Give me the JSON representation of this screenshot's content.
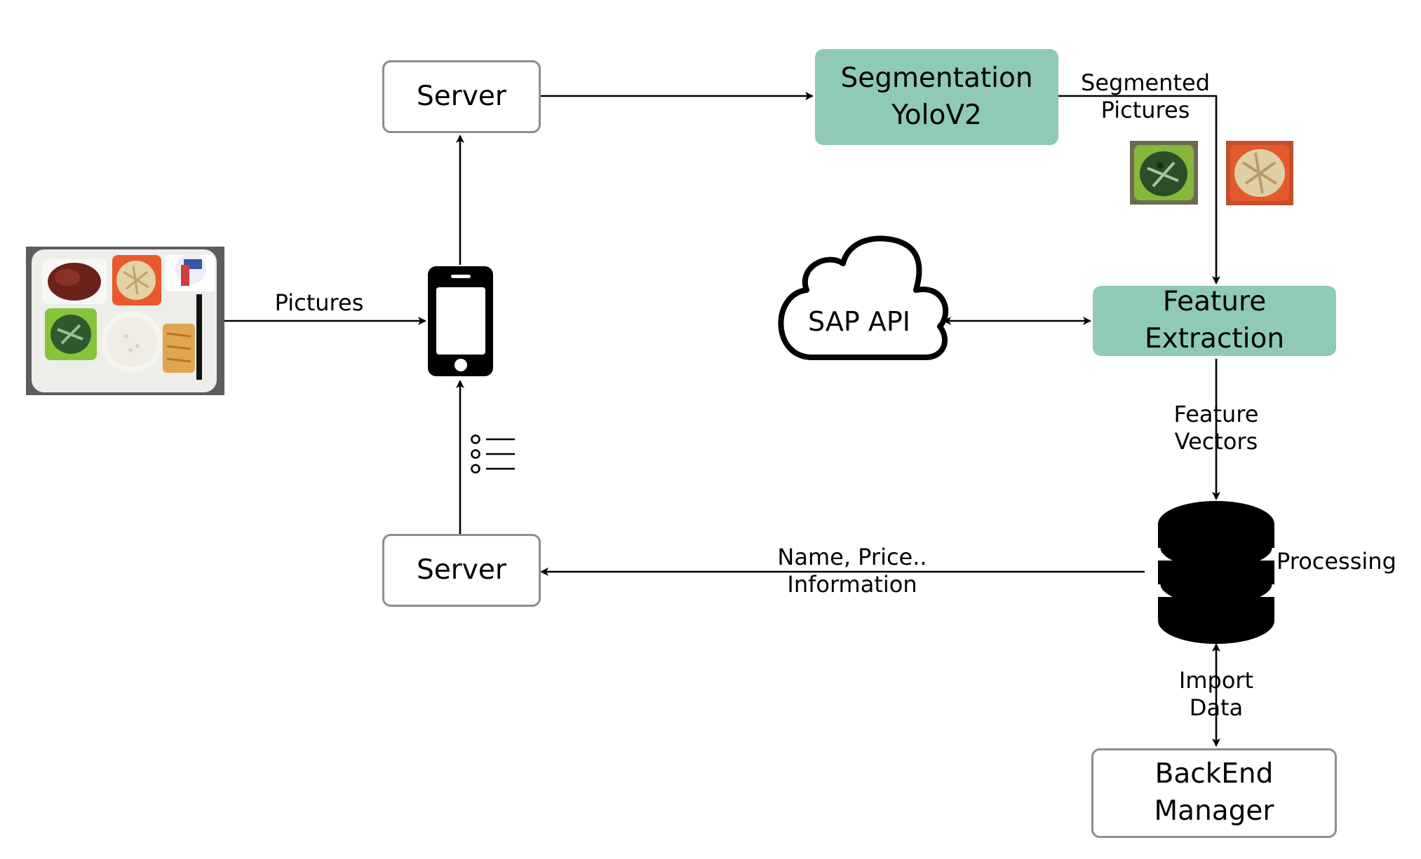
{
  "nodes": {
    "server_top": "Server",
    "server_bottom": "Server",
    "segmentation": {
      "line1": "Segmentation",
      "line2": "YoloV2"
    },
    "feature_extraction": "Feature Extraction",
    "sap_api": "SAP API",
    "backend_manager": {
      "line1": "BackEnd",
      "line2": "Manager"
    },
    "processing": "Processing"
  },
  "edges": {
    "pictures": "Pictures",
    "segmented_pictures": {
      "line1": "Segmented",
      "line2": "Pictures"
    },
    "feature_vectors": {
      "line1": "Feature",
      "line2": "Vectors"
    },
    "name_price_info": {
      "line1": "Name, Price..",
      "line2": "Information"
    },
    "import_data": {
      "line1": "Import",
      "line2": "Data"
    }
  },
  "colors": {
    "accent_green": "#8ecab5",
    "box_border": "#8d8d8d",
    "line": "#000000"
  },
  "icons": [
    "food-tray-image",
    "smartphone-icon",
    "cloud-icon",
    "database-icon",
    "list-icon",
    "food-crop-image"
  ]
}
